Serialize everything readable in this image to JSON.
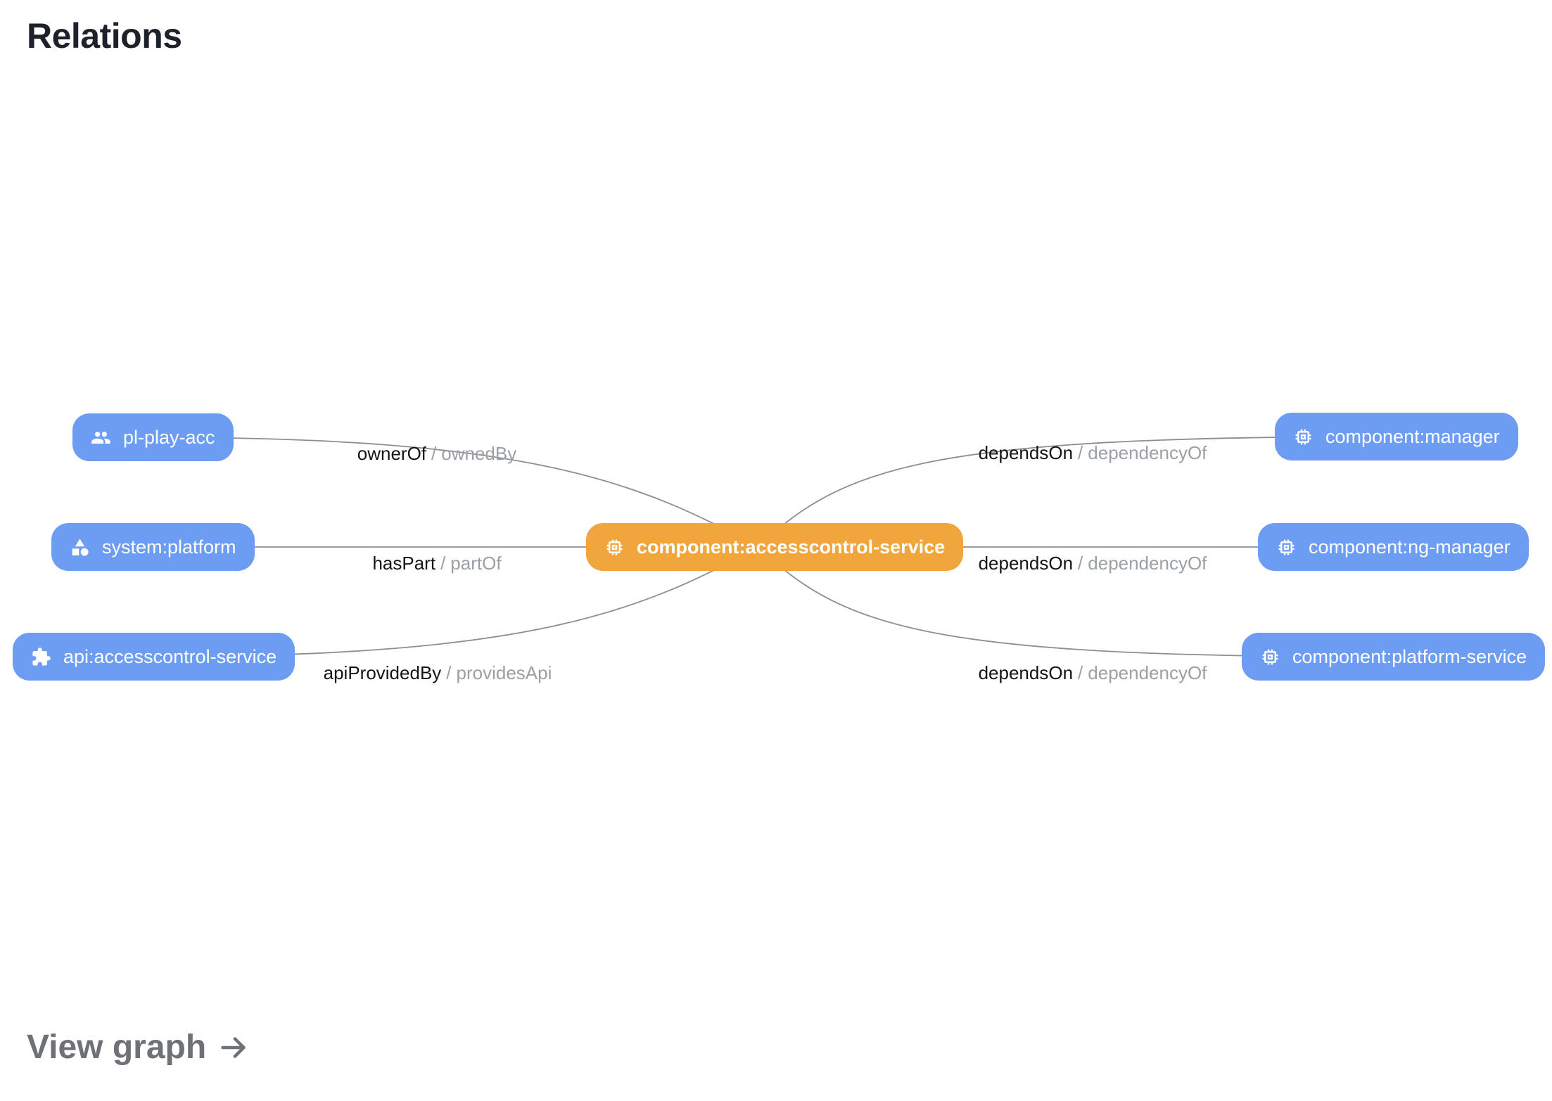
{
  "page": {
    "title": "Relations",
    "view_graph_label": "View graph"
  },
  "colors": {
    "node_blue": "#6d9df3",
    "node_primary_orange": "#f0a63c",
    "edge_line": "#8e8e8e",
    "edge_label_primary": "#141414",
    "edge_label_secondary": "#9aa0a6",
    "title_text": "#1d212a",
    "view_graph_text": "#6e7277"
  },
  "nodes": {
    "center": {
      "label": "component:accesscontrol-service",
      "icon": "memory-chip"
    },
    "left": [
      {
        "label": "pl-play-acc",
        "icon": "group-people"
      },
      {
        "label": "system:platform",
        "icon": "category-shapes"
      },
      {
        "label": "api:accesscontrol-service",
        "icon": "puzzle-extension"
      }
    ],
    "right": [
      {
        "label": "component:manager",
        "icon": "memory-chip"
      },
      {
        "label": "component:ng-manager",
        "icon": "memory-chip"
      },
      {
        "label": "component:platform-service",
        "icon": "memory-chip"
      }
    ]
  },
  "edges": {
    "separator": "/",
    "left": [
      {
        "forward": "ownerOf",
        "reverse": "ownedBy"
      },
      {
        "forward": "hasPart",
        "reverse": "partOf"
      },
      {
        "forward": "apiProvidedBy",
        "reverse": "providesApi"
      }
    ],
    "right": [
      {
        "forward": "dependsOn",
        "reverse": "dependencyOf"
      },
      {
        "forward": "dependsOn",
        "reverse": "dependencyOf"
      },
      {
        "forward": "dependsOn",
        "reverse": "dependencyOf"
      }
    ]
  }
}
